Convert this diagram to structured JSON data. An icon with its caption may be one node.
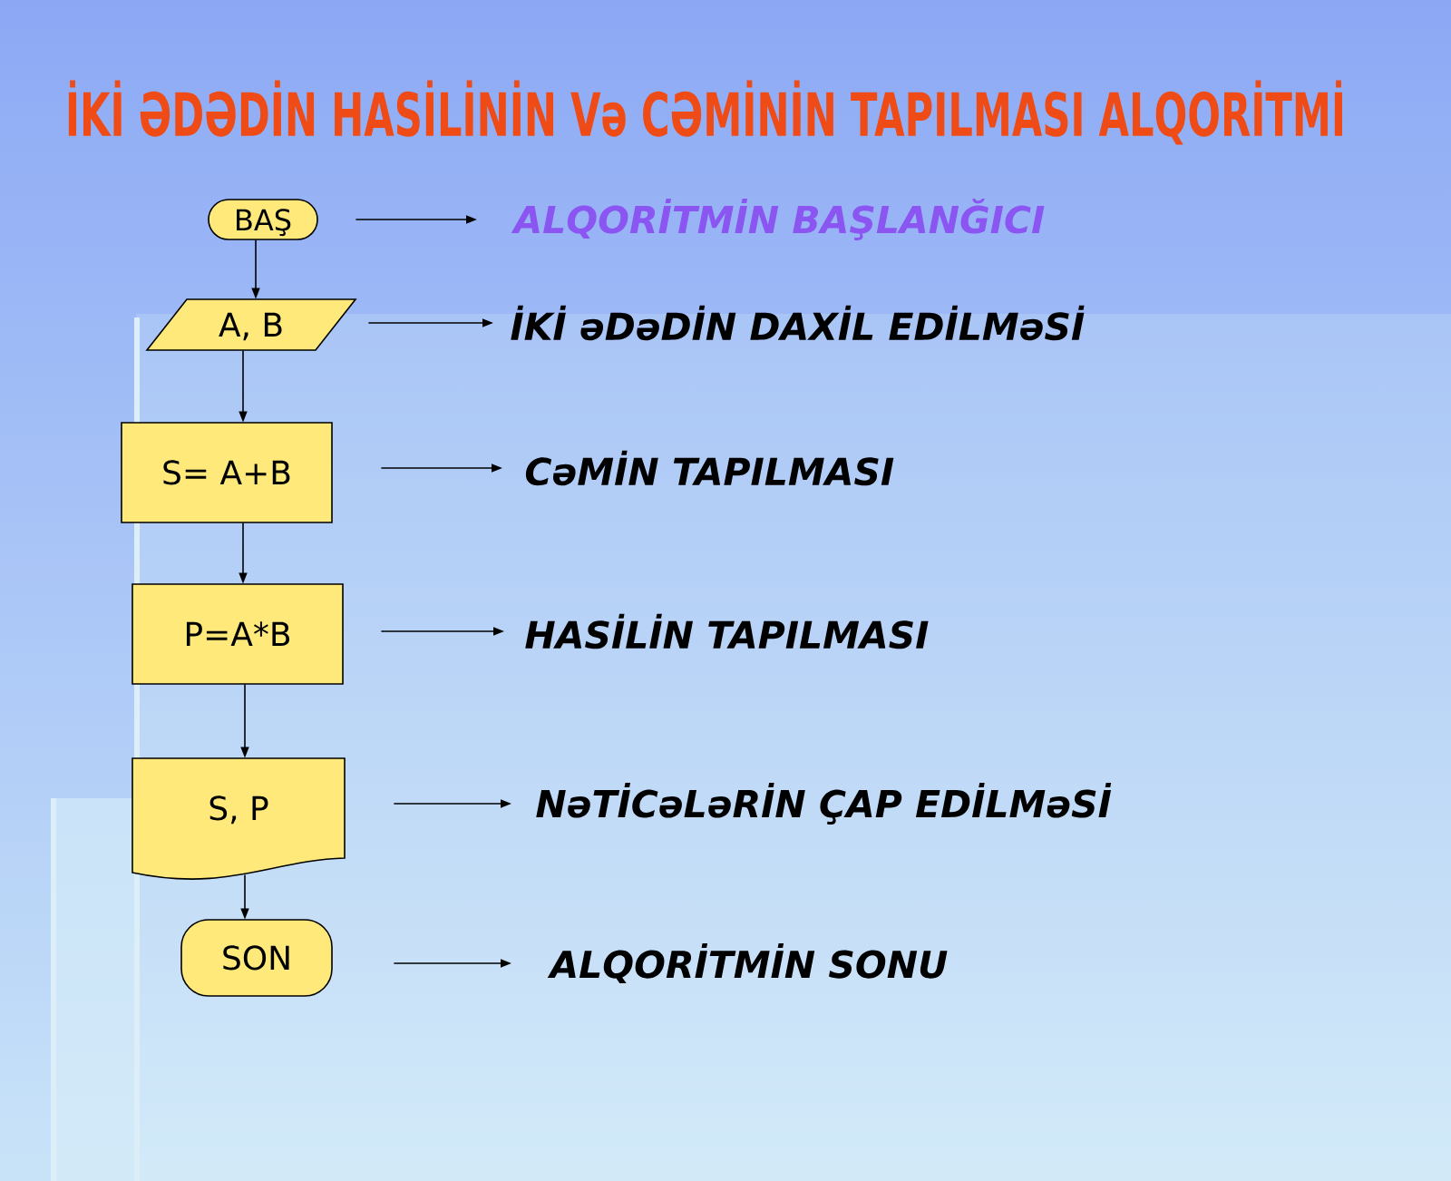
{
  "diagram": {
    "title": "İKİ ƏDƏDİN HASİLİNİN Və CƏMİNİN TAPILMASI ALQORİTMİ",
    "nodes": [
      {
        "text": [
          "BAŞ"
        ]
      },
      {
        "text": [
          "ALQORİTMİN BAŞLANĞICI"
        ]
      },
      {
        "text": [
          "A, B"
        ]
      },
      {
        "text": [
          "İKİ əDəDİN DAXİL EDİLMəSİ"
        ]
      },
      {
        "text": [
          "S= A+B"
        ]
      },
      {
        "text": [
          "CəMİN TAPILMASI"
        ]
      },
      {
        "text": [
          "P=A*B"
        ]
      },
      {
        "text": [
          "HASİLİN TAPILMASI"
        ]
      },
      {
        "text": [
          "S, P"
        ]
      },
      {
        "text": [
          "NəTİCəLəRİN ÇAP EDİLMəSİ"
        ]
      },
      {
        "text": [
          "SON"
        ]
      },
      {
        "text": [
          "ALQORİTMİN SONU"
        ]
      }
    ],
    "edges": [
      {
        "from": 0,
        "to": 2,
        "arrow": "to"
      },
      {
        "from": 2,
        "to": 4,
        "arrow": "to"
      },
      {
        "from": 4,
        "to": 6,
        "arrow": "to"
      },
      {
        "from": 6,
        "to": 8,
        "arrow": "to"
      },
      {
        "from": 8,
        "to": 10,
        "arrow": "to"
      },
      {
        "from": 0,
        "to": 1,
        "arrow": "to"
      },
      {
        "from": 2,
        "to": 3,
        "arrow": "to"
      },
      {
        "from": 4,
        "to": 5,
        "arrow": "to"
      },
      {
        "from": 6,
        "to": 7,
        "arrow": "to"
      },
      {
        "from": 8,
        "to": 9,
        "arrow": "to"
      },
      {
        "from": 10,
        "to": 11,
        "arrow": "to"
      }
    ]
  }
}
